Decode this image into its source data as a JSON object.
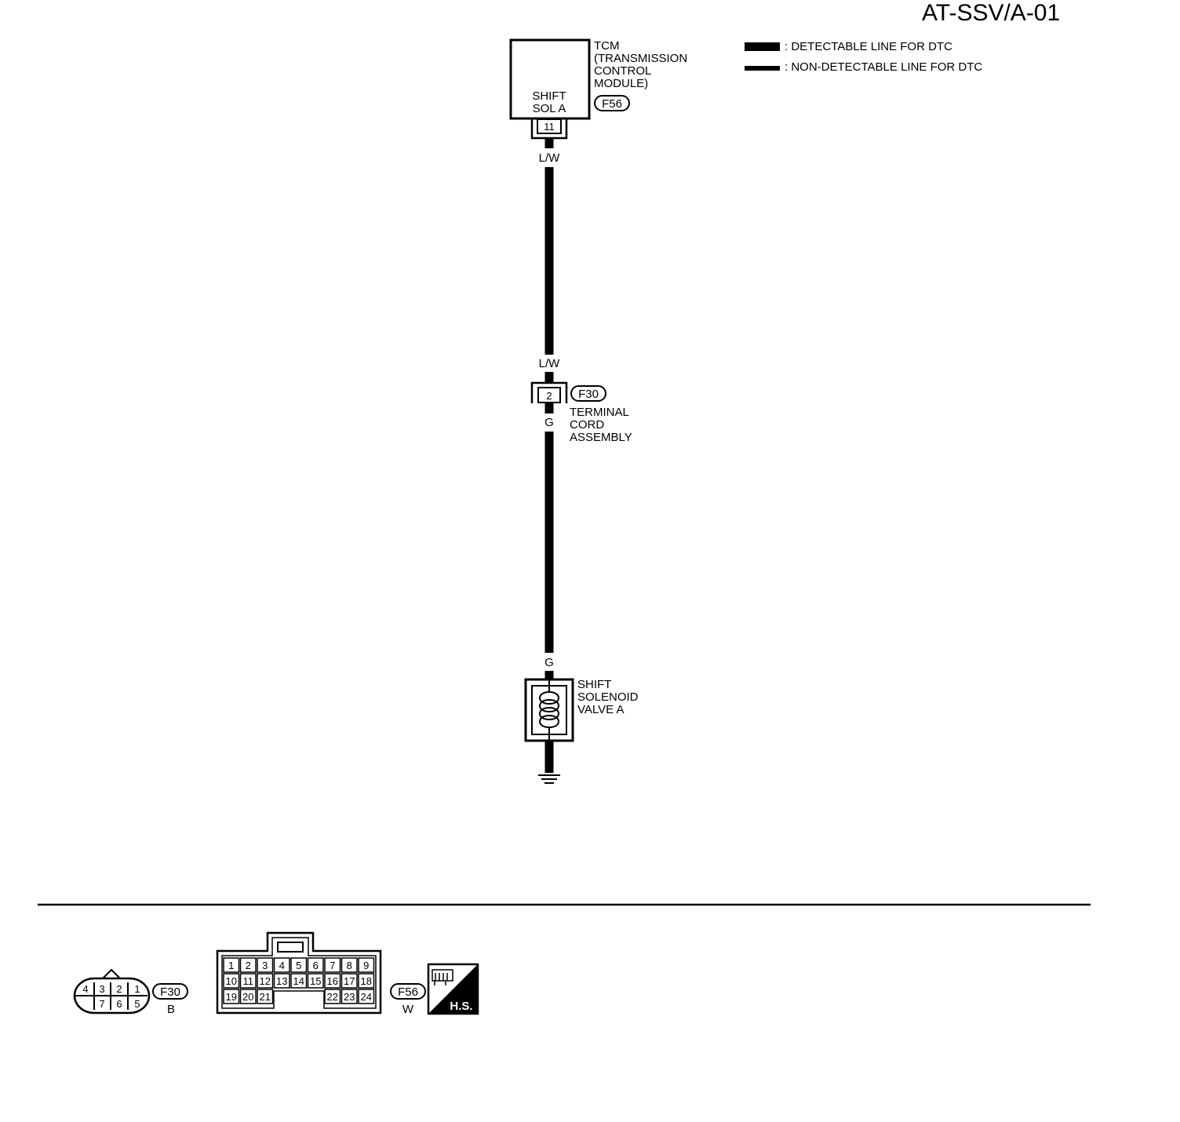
{
  "title": "AT-SSV/A-01",
  "legend": {
    "detectable": ": DETECTABLE LINE FOR DTC",
    "non_detectable": ": NON-DETECTABLE LINE FOR DTC"
  },
  "tcm": {
    "name": "TCM",
    "desc": [
      "(TRANSMISSION",
      "CONTROL",
      "MODULE)"
    ],
    "signal": [
      "SHIFT",
      "SOL A"
    ],
    "terminal": "11",
    "connector": "F56"
  },
  "wire1": {
    "top_color": "L/W",
    "bottom_color": "L/W"
  },
  "terminal_cord": {
    "terminal": "2",
    "connector": "F30",
    "name": [
      "TERMINAL",
      "CORD",
      "ASSEMBLY"
    ]
  },
  "wire2": {
    "top_color": "G",
    "bottom_color": "G"
  },
  "solenoid": {
    "name": [
      "SHIFT",
      "SOLENOID",
      "VALVE A"
    ]
  },
  "connectors": {
    "f30": {
      "id": "F30",
      "color": "B",
      "top_pins": [
        "4",
        "3",
        "2",
        "1"
      ],
      "bottom_pins": [
        "7",
        "6",
        "5"
      ]
    },
    "f56": {
      "id": "F56",
      "color": "W",
      "row1": [
        "1",
        "2",
        "3",
        "4",
        "5",
        "6",
        "7",
        "8",
        "9"
      ],
      "row2": [
        "10",
        "11",
        "12",
        "13",
        "14",
        "15",
        "16",
        "17",
        "18"
      ],
      "row3_left": [
        "19",
        "20",
        "21"
      ],
      "row3_right": [
        "22",
        "23",
        "24"
      ]
    },
    "hs_badge": "H.S."
  }
}
